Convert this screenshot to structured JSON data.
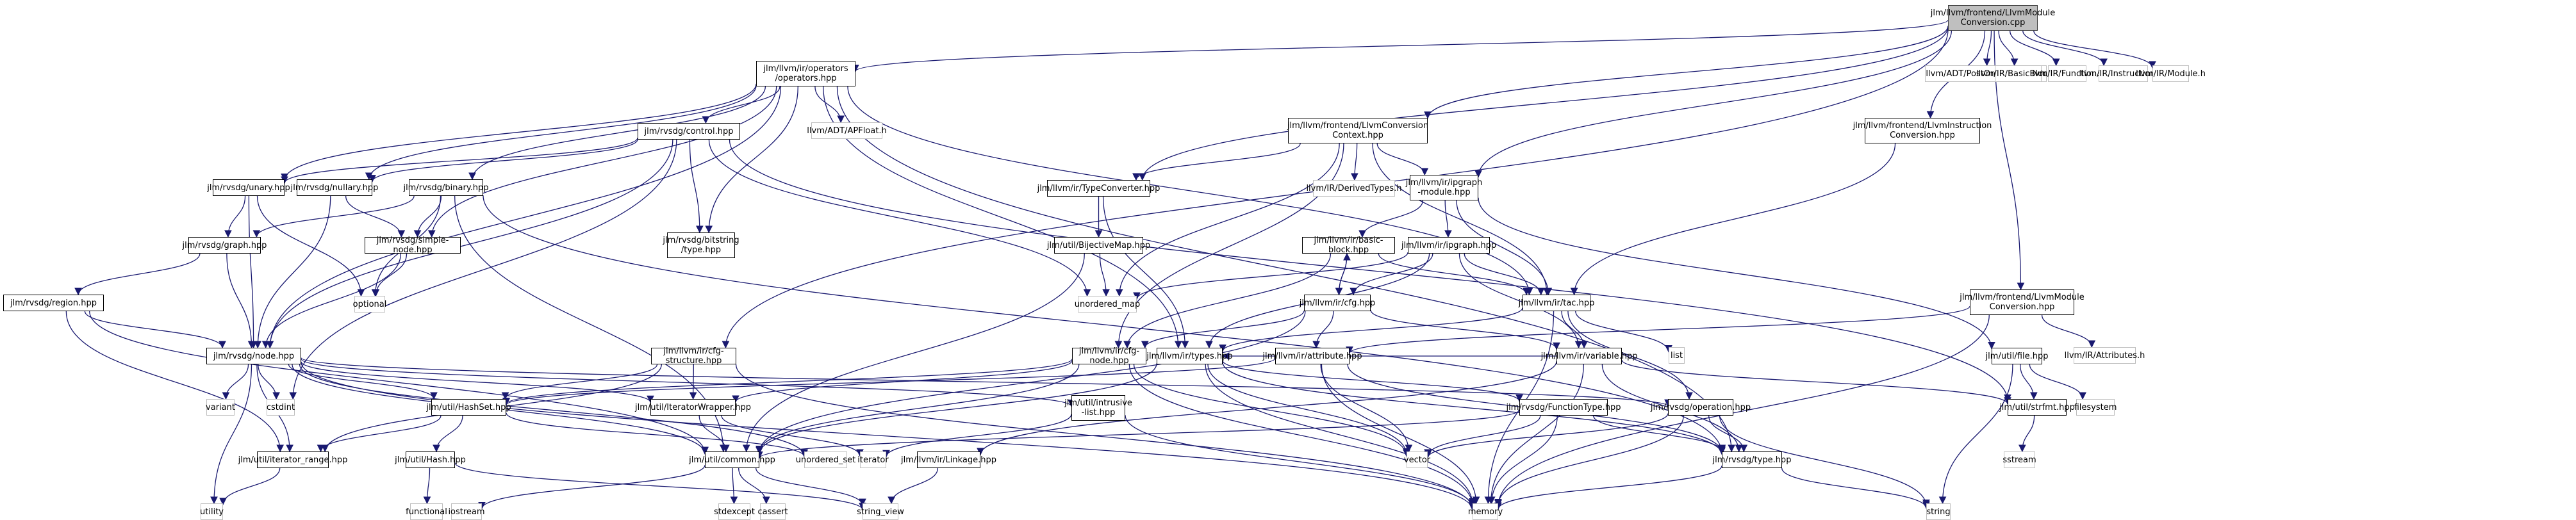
{
  "graph": {
    "title": "Include dependency graph for LlvmModuleConversion.cpp",
    "edge_color": "#191970",
    "node_border_color": "#000000",
    "external_border_color": "#bfbfbf",
    "root_fill_color": "#bfbfbf",
    "root": "n_root",
    "nodes": [
      {
        "id": "n_root",
        "label": "jlm/llvm/frontend/LlvmModule\nConversion.cpp",
        "kind": "root"
      },
      {
        "id": "n_ops",
        "label": "jlm/llvm/ir/operators\n/operators.hpp",
        "kind": "internal"
      },
      {
        "id": "n_postorder",
        "label": "llvm/ADT/PostOrderIterator.h",
        "kind": "external"
      },
      {
        "id": "n_bb_llvm",
        "label": "llvm/IR/BasicBlock.h",
        "kind": "external"
      },
      {
        "id": "n_func_llvm",
        "label": "llvm/IR/Function.h",
        "kind": "external"
      },
      {
        "id": "n_instr_llvm",
        "label": "llvm/IR/Instructions.h",
        "kind": "external"
      },
      {
        "id": "n_module_llvm",
        "label": "llvm/IR/Module.h",
        "kind": "external"
      },
      {
        "id": "n_apfloat",
        "label": "llvm/ADT/APFloat.h",
        "kind": "external"
      },
      {
        "id": "n_control",
        "label": "jlm/rvsdg/control.hpp",
        "kind": "internal"
      },
      {
        "id": "n_ctx",
        "label": "jlm/llvm/frontend/LlvmConversion\nContext.hpp",
        "kind": "internal"
      },
      {
        "id": "n_instconv",
        "label": "jlm/llvm/frontend/LlvmInstruction\nConversion.hpp",
        "kind": "internal"
      },
      {
        "id": "n_unary",
        "label": "jlm/rvsdg/unary.hpp",
        "kind": "internal"
      },
      {
        "id": "n_nullary",
        "label": "jlm/rvsdg/nullary.hpp",
        "kind": "internal"
      },
      {
        "id": "n_binary",
        "label": "jlm/rvsdg/binary.hpp",
        "kind": "internal"
      },
      {
        "id": "n_typeconv",
        "label": "jlm/llvm/ir/TypeConverter.hpp",
        "kind": "internal"
      },
      {
        "id": "n_derived",
        "label": "llvm/IR/DerivedTypes.h",
        "kind": "external"
      },
      {
        "id": "n_ipgmod",
        "label": "jlm/llvm/ir/ipgraph\n-module.hpp",
        "kind": "internal"
      },
      {
        "id": "n_bitstring",
        "label": "jlm/rvsdg/bitstring\n/type.hpp",
        "kind": "internal"
      },
      {
        "id": "n_graph",
        "label": "jlm/rvsdg/graph.hpp",
        "kind": "internal"
      },
      {
        "id": "n_simplenode",
        "label": "jlm/rvsdg/simple-node.hpp",
        "kind": "internal"
      },
      {
        "id": "n_bijective",
        "label": "jlm/util/BijectiveMap.hpp",
        "kind": "internal"
      },
      {
        "id": "n_basicblock",
        "label": "jlm/llvm/ir/basic-block.hpp",
        "kind": "internal"
      },
      {
        "id": "n_ipgraph",
        "label": "jlm/llvm/ir/ipgraph.hpp",
        "kind": "internal"
      },
      {
        "id": "n_region",
        "label": "jlm/rvsdg/region.hpp",
        "kind": "internal"
      },
      {
        "id": "n_optional",
        "label": "optional",
        "kind": "external"
      },
      {
        "id": "n_umap",
        "label": "unordered_map",
        "kind": "external"
      },
      {
        "id": "n_cfg",
        "label": "jlm/llvm/ir/cfg.hpp",
        "kind": "internal"
      },
      {
        "id": "n_tac",
        "label": "jlm/llvm/ir/tac.hpp",
        "kind": "internal"
      },
      {
        "id": "n_modconvhpp",
        "label": "jlm/llvm/frontend/LlvmModule\nConversion.hpp",
        "kind": "internal"
      },
      {
        "id": "n_node",
        "label": "jlm/rvsdg/node.hpp",
        "kind": "internal"
      },
      {
        "id": "n_cfgstruct",
        "label": "jlm/llvm/ir/cfg-structure.hpp",
        "kind": "internal"
      },
      {
        "id": "n_cfgnode",
        "label": "jlm/llvm/ir/cfg-node.hpp",
        "kind": "internal"
      },
      {
        "id": "n_types",
        "label": "jlm/llvm/ir/types.hpp",
        "kind": "internal"
      },
      {
        "id": "n_attribute",
        "label": "jlm/llvm/ir/attribute.hpp",
        "kind": "internal"
      },
      {
        "id": "n_variable",
        "label": "jlm/llvm/ir/variable.hpp",
        "kind": "internal"
      },
      {
        "id": "n_list",
        "label": "list",
        "kind": "external"
      },
      {
        "id": "n_file",
        "label": "jlm/util/file.hpp",
        "kind": "internal"
      },
      {
        "id": "n_attrs_llvm",
        "label": "llvm/IR/Attributes.h",
        "kind": "external"
      },
      {
        "id": "n_variant",
        "label": "variant",
        "kind": "external"
      },
      {
        "id": "n_cstdint",
        "label": "cstdint",
        "kind": "external"
      },
      {
        "id": "n_hashset",
        "label": "jlm/util/HashSet.hpp",
        "kind": "internal"
      },
      {
        "id": "n_iterwrap",
        "label": "jlm/util/IteratorWrapper.hpp",
        "kind": "internal"
      },
      {
        "id": "n_intrusive",
        "label": "jlm/util/intrusive\n-list.hpp",
        "kind": "internal"
      },
      {
        "id": "n_functype",
        "label": "jlm/rvsdg/FunctionType.hpp",
        "kind": "internal"
      },
      {
        "id": "n_operation",
        "label": "jlm/rvsdg/operation.hpp",
        "kind": "internal"
      },
      {
        "id": "n_strfmt",
        "label": "jlm/util/strfmt.hpp",
        "kind": "internal"
      },
      {
        "id": "n_filesystem",
        "label": "filesystem",
        "kind": "external"
      },
      {
        "id": "n_iterrange",
        "label": "jlm/util/iterator_range.hpp",
        "kind": "internal"
      },
      {
        "id": "n_hash",
        "label": "jlm/util/Hash.hpp",
        "kind": "internal"
      },
      {
        "id": "n_common",
        "label": "jlm/util/common.hpp",
        "kind": "internal"
      },
      {
        "id": "n_uset",
        "label": "unordered_set",
        "kind": "external"
      },
      {
        "id": "n_iterator",
        "label": "iterator",
        "kind": "external"
      },
      {
        "id": "n_linkage",
        "label": "jlm/llvm/ir/Linkage.hpp",
        "kind": "internal"
      },
      {
        "id": "n_vector",
        "label": "vector",
        "kind": "external"
      },
      {
        "id": "n_rvtype",
        "label": "jlm/rvsdg/type.hpp",
        "kind": "internal"
      },
      {
        "id": "n_sstream",
        "label": "sstream",
        "kind": "external"
      },
      {
        "id": "n_utility",
        "label": "utility",
        "kind": "external"
      },
      {
        "id": "n_functional",
        "label": "functional",
        "kind": "external"
      },
      {
        "id": "n_iostream",
        "label": "iostream",
        "kind": "external"
      },
      {
        "id": "n_stdexcept",
        "label": "stdexcept",
        "kind": "external"
      },
      {
        "id": "n_cassert",
        "label": "cassert",
        "kind": "external"
      },
      {
        "id": "n_stringview",
        "label": "string_view",
        "kind": "external"
      },
      {
        "id": "n_memory",
        "label": "memory",
        "kind": "external"
      },
      {
        "id": "n_string",
        "label": "string",
        "kind": "external"
      }
    ],
    "edges": [
      [
        "n_root",
        "n_ops"
      ],
      [
        "n_root",
        "n_postorder"
      ],
      [
        "n_root",
        "n_bb_llvm"
      ],
      [
        "n_root",
        "n_func_llvm"
      ],
      [
        "n_root",
        "n_instr_llvm"
      ],
      [
        "n_root",
        "n_module_llvm"
      ],
      [
        "n_root",
        "n_ctx"
      ],
      [
        "n_root",
        "n_instconv"
      ],
      [
        "n_root",
        "n_modconvhpp"
      ],
      [
        "n_root",
        "n_ipgmod"
      ],
      [
        "n_root",
        "n_typeconv"
      ],
      [
        "n_root",
        "n_cfgstruct"
      ],
      [
        "n_ops",
        "n_apfloat"
      ],
      [
        "n_ops",
        "n_control"
      ],
      [
        "n_ops",
        "n_unary"
      ],
      [
        "n_ops",
        "n_nullary"
      ],
      [
        "n_ops",
        "n_binary"
      ],
      [
        "n_ops",
        "n_bitstring"
      ],
      [
        "n_ops",
        "n_simplenode"
      ],
      [
        "n_ops",
        "n_tac"
      ],
      [
        "n_ops",
        "n_types"
      ],
      [
        "n_ops",
        "n_rvtype"
      ],
      [
        "n_ops",
        "n_node"
      ],
      [
        "n_control",
        "n_unary"
      ],
      [
        "n_control",
        "n_nullary"
      ],
      [
        "n_control",
        "n_bitstring"
      ],
      [
        "n_control",
        "n_node"
      ],
      [
        "n_control",
        "n_cstdint"
      ],
      [
        "n_control",
        "n_umap"
      ],
      [
        "n_control",
        "n_strfmt"
      ],
      [
        "n_unary",
        "n_graph"
      ],
      [
        "n_unary",
        "n_node"
      ],
      [
        "n_unary",
        "n_optional"
      ],
      [
        "n_nullary",
        "n_simplenode"
      ],
      [
        "n_nullary",
        "n_node"
      ],
      [
        "n_binary",
        "n_graph"
      ],
      [
        "n_binary",
        "n_simplenode"
      ],
      [
        "n_binary",
        "n_optional"
      ],
      [
        "n_binary",
        "n_common"
      ],
      [
        "n_binary",
        "n_rvtype"
      ],
      [
        "n_graph",
        "n_region"
      ],
      [
        "n_graph",
        "n_node"
      ],
      [
        "n_simplenode",
        "n_optional"
      ],
      [
        "n_simplenode",
        "n_node"
      ],
      [
        "n_region",
        "n_node"
      ],
      [
        "n_region",
        "n_iterrange"
      ],
      [
        "n_region",
        "n_common"
      ],
      [
        "n_ctx",
        "n_typeconv"
      ],
      [
        "n_ctx",
        "n_derived"
      ],
      [
        "n_ctx",
        "n_ipgmod"
      ],
      [
        "n_ctx",
        "n_tac"
      ],
      [
        "n_ctx",
        "n_umap"
      ],
      [
        "n_ctx",
        "n_cfgnode"
      ],
      [
        "n_instconv",
        "n_tac"
      ],
      [
        "n_typeconv",
        "n_bijective"
      ],
      [
        "n_typeconv",
        "n_types"
      ],
      [
        "n_bijective",
        "n_umap"
      ],
      [
        "n_bijective",
        "n_common"
      ],
      [
        "n_ipgmod",
        "n_basicblock"
      ],
      [
        "n_ipgmod",
        "n_ipgraph"
      ],
      [
        "n_ipgmod",
        "n_tac"
      ],
      [
        "n_ipgmod",
        "n_file"
      ],
      [
        "n_basicblock",
        "n_cfg"
      ],
      [
        "n_basicblock",
        "n_tac"
      ],
      [
        "n_basicblock",
        "n_cfgnode"
      ],
      [
        "n_cfg",
        "n_basicblock"
      ],
      [
        "n_cfg",
        "n_cfgnode"
      ],
      [
        "n_cfg",
        "n_attribute"
      ],
      [
        "n_cfg",
        "n_variable"
      ],
      [
        "n_cfg",
        "n_common"
      ],
      [
        "n_ipgraph",
        "n_cfg"
      ],
      [
        "n_ipgraph",
        "n_tac"
      ],
      [
        "n_ipgraph",
        "n_umap"
      ],
      [
        "n_ipgraph",
        "n_variable"
      ],
      [
        "n_ipgraph",
        "n_types"
      ],
      [
        "n_tac",
        "n_list"
      ],
      [
        "n_tac",
        "n_operation"
      ],
      [
        "n_tac",
        "n_variable"
      ],
      [
        "n_tac",
        "n_types"
      ],
      [
        "n_tac",
        "n_memory"
      ],
      [
        "n_modconvhpp",
        "n_attribute"
      ],
      [
        "n_modconvhpp",
        "n_attrs_llvm"
      ],
      [
        "n_modconvhpp",
        "n_memory"
      ],
      [
        "n_node",
        "n_variant"
      ],
      [
        "n_node",
        "n_cstdint"
      ],
      [
        "n_node",
        "n_hashset"
      ],
      [
        "n_node",
        "n_iterwrap"
      ],
      [
        "n_node",
        "n_intrusive"
      ],
      [
        "n_node",
        "n_iterrange"
      ],
      [
        "n_node",
        "n_common"
      ],
      [
        "n_node",
        "n_operation"
      ],
      [
        "n_node",
        "n_utility"
      ],
      [
        "n_node",
        "n_memory"
      ],
      [
        "n_node",
        "n_uset"
      ],
      [
        "n_cfgstruct",
        "n_hashset"
      ],
      [
        "n_cfgstruct",
        "n_iterwrap"
      ],
      [
        "n_cfgstruct",
        "n_iterrange"
      ],
      [
        "n_cfgstruct",
        "n_memory"
      ],
      [
        "n_cfgnode",
        "n_hashset"
      ],
      [
        "n_cfgnode",
        "n_iterwrap"
      ],
      [
        "n_cfgnode",
        "n_common"
      ],
      [
        "n_cfgnode",
        "n_vector"
      ],
      [
        "n_cfgnode",
        "n_memory"
      ],
      [
        "n_types",
        "n_functype"
      ],
      [
        "n_types",
        "n_rvtype"
      ],
      [
        "n_types",
        "n_vector"
      ],
      [
        "n_types",
        "n_memory"
      ],
      [
        "n_types",
        "n_common"
      ],
      [
        "n_attribute",
        "n_hashset"
      ],
      [
        "n_attribute",
        "n_rvtype"
      ],
      [
        "n_attribute",
        "n_vector"
      ],
      [
        "n_attribute",
        "n_memory"
      ],
      [
        "n_variable",
        "n_types"
      ],
      [
        "n_variable",
        "n_linkage"
      ],
      [
        "n_variable",
        "n_strfmt"
      ],
      [
        "n_variable",
        "n_rvtype"
      ],
      [
        "n_variable",
        "n_memory"
      ],
      [
        "n_file",
        "n_strfmt"
      ],
      [
        "n_file",
        "n_filesystem"
      ],
      [
        "n_file",
        "n_string"
      ],
      [
        "n_hashset",
        "n_hash"
      ],
      [
        "n_hashset",
        "n_iterrange"
      ],
      [
        "n_hashset",
        "n_uset"
      ],
      [
        "n_iterwrap",
        "n_common"
      ],
      [
        "n_iterwrap",
        "n_iterator"
      ],
      [
        "n_intrusive",
        "n_iterator"
      ],
      [
        "n_intrusive",
        "n_memory"
      ],
      [
        "n_functype",
        "n_rvtype"
      ],
      [
        "n_functype",
        "n_vector"
      ],
      [
        "n_functype",
        "n_memory"
      ],
      [
        "n_functype",
        "n_common"
      ],
      [
        "n_operation",
        "n_rvtype"
      ],
      [
        "n_operation",
        "n_vector"
      ],
      [
        "n_operation",
        "n_memory"
      ],
      [
        "n_operation",
        "n_string"
      ],
      [
        "n_strfmt",
        "n_sstream"
      ],
      [
        "n_iterrange",
        "n_utility"
      ],
      [
        "n_hash",
        "n_functional"
      ],
      [
        "n_hash",
        "n_stringview"
      ],
      [
        "n_common",
        "n_iostream"
      ],
      [
        "n_common",
        "n_stdexcept"
      ],
      [
        "n_common",
        "n_cassert"
      ],
      [
        "n_common",
        "n_stringview"
      ],
      [
        "n_linkage",
        "n_stringview"
      ],
      [
        "n_rvtype",
        "n_memory"
      ],
      [
        "n_rvtype",
        "n_string"
      ]
    ]
  }
}
